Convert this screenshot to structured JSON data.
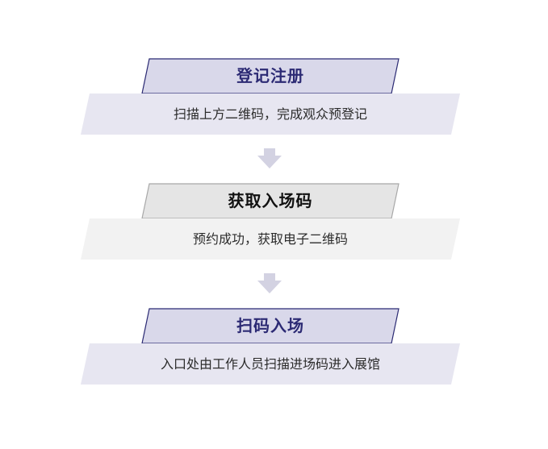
{
  "steps": [
    {
      "title": "登记注册",
      "description": "扫描上方二维码，完成观众预登记",
      "theme": "purple"
    },
    {
      "title": "获取入场码",
      "description": "预约成功，获取电子二维码",
      "theme": "gray"
    },
    {
      "title": "扫码入场",
      "description": "入口处由工作人员扫描进场码进入展馆",
      "theme": "purple"
    }
  ],
  "colors": {
    "purple_tab_fill": "#d9d8ea",
    "purple_tab_stroke": "#2b2a73",
    "purple_band_fill": "#e7e6f1",
    "gray_tab_fill": "#e5e5e5",
    "gray_tab_stroke": "#a8a8a8",
    "gray_band_fill": "#f2f2f2",
    "arrow_fill": "#d3d2e2"
  }
}
